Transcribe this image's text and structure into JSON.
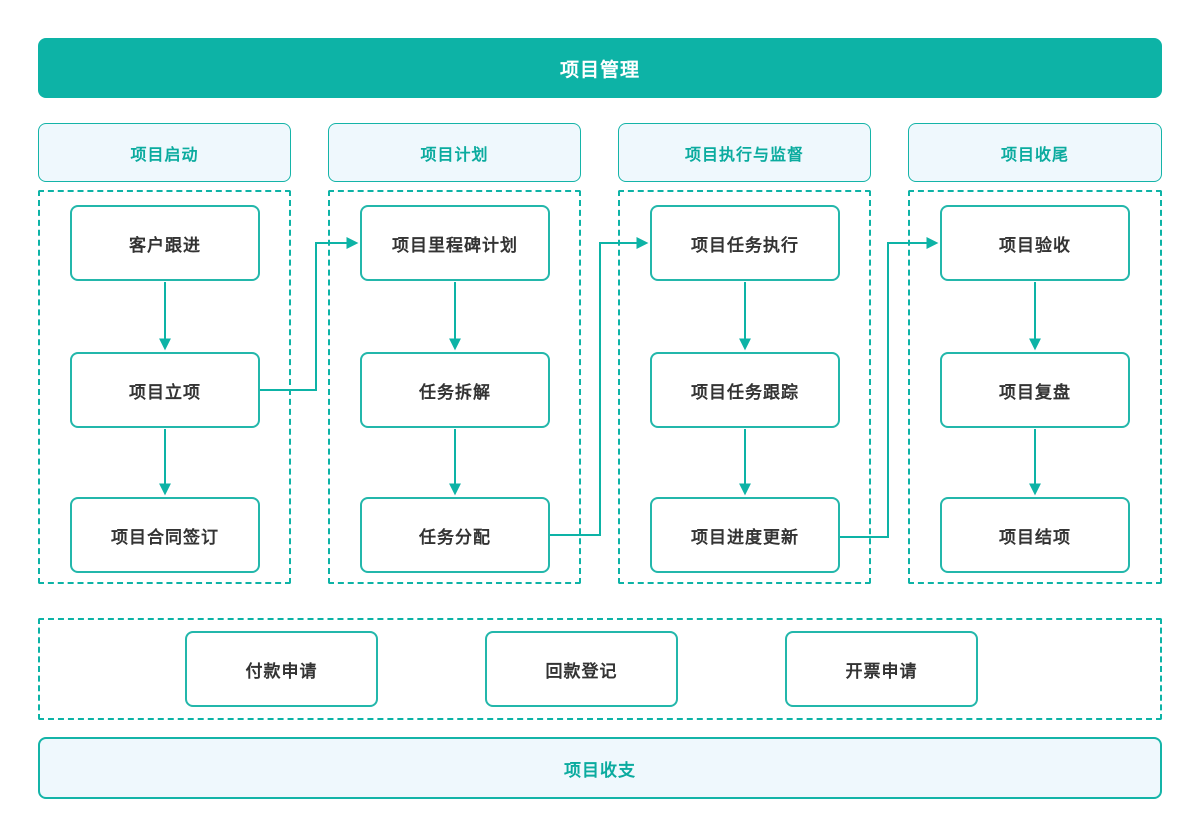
{
  "banner": {
    "title": "项目管理"
  },
  "columns": [
    {
      "header": "项目启动",
      "steps": [
        "客户跟进",
        "项目立项",
        "项目合同签订"
      ]
    },
    {
      "header": "项目计划",
      "steps": [
        "项目里程碑计划",
        "任务拆解",
        "任务分配"
      ]
    },
    {
      "header": "项目执行与监督",
      "steps": [
        "项目任务执行",
        "项目任务跟踪",
        "项目进度更新"
      ]
    },
    {
      "header": "项目收尾",
      "steps": [
        "项目验收",
        "项目复盘",
        "项目结项"
      ]
    }
  ],
  "finance": {
    "items": [
      "付款申请",
      "回款登记",
      "开票申请"
    ]
  },
  "footer": {
    "title": "项目收支"
  },
  "colors": {
    "teal": "#0db3a6",
    "light_fill": "#eff8fd",
    "step_border": "#23b7ab",
    "step_text": "#333333",
    "banner_text": "#ffffff"
  }
}
